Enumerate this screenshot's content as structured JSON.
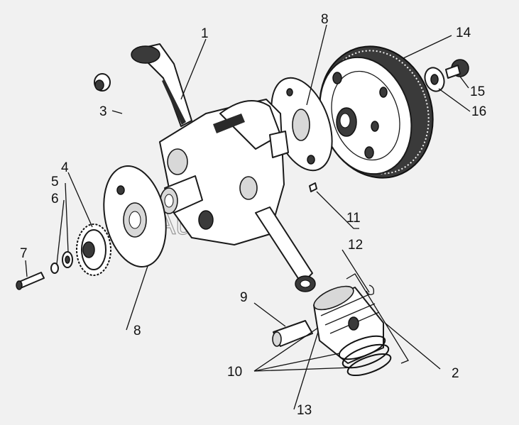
{
  "watermark": "AutoSoft",
  "labels": [
    {
      "id": "1",
      "text": "1"
    },
    {
      "id": "2",
      "text": "2"
    },
    {
      "id": "3",
      "text": "3"
    },
    {
      "id": "4",
      "text": "4"
    },
    {
      "id": "5",
      "text": "5"
    },
    {
      "id": "6",
      "text": "6"
    },
    {
      "id": "7",
      "text": "7"
    },
    {
      "id": "8a",
      "text": "8"
    },
    {
      "id": "8b",
      "text": "8"
    },
    {
      "id": "9",
      "text": "9"
    },
    {
      "id": "10",
      "text": "10"
    },
    {
      "id": "11",
      "text": "11"
    },
    {
      "id": "12",
      "text": "12"
    },
    {
      "id": "13",
      "text": "13"
    },
    {
      "id": "14",
      "text": "14"
    },
    {
      "id": "15",
      "text": "15"
    },
    {
      "id": "16",
      "text": "16"
    }
  ]
}
